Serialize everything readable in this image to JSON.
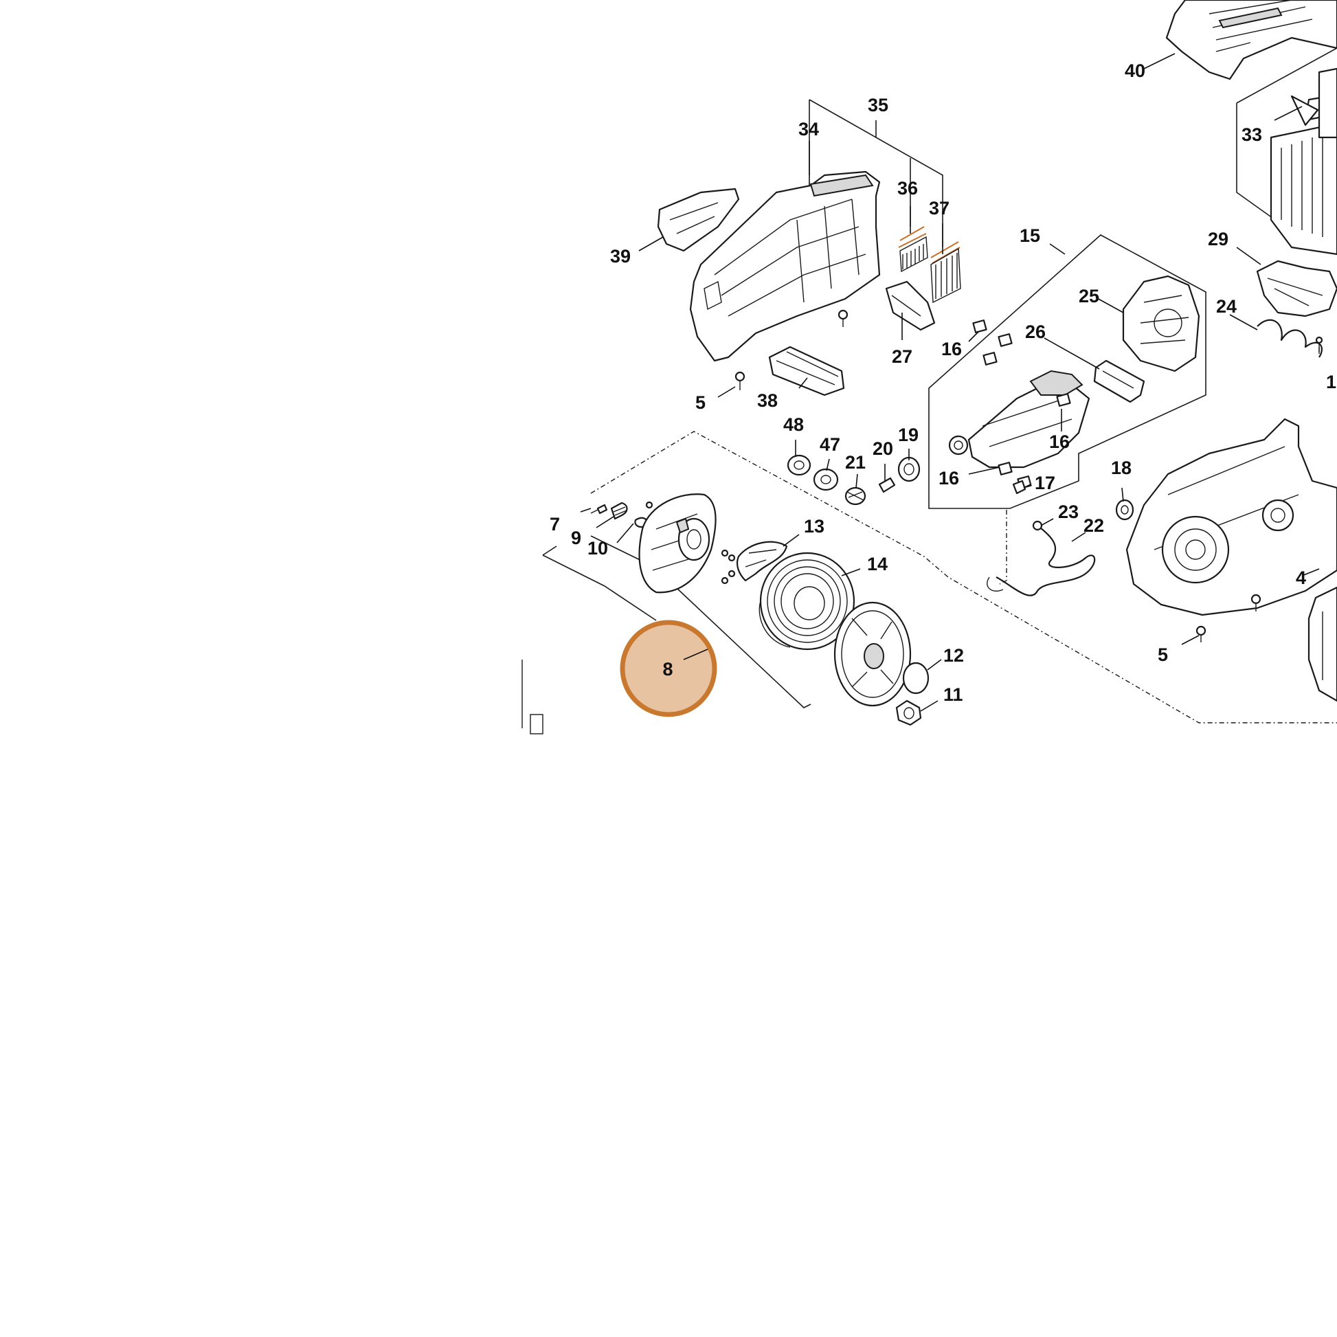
{
  "diagram": {
    "highlight": {
      "label": "8",
      "fill": "#e8c3a2",
      "ring": "#c8782f"
    },
    "callouts": [
      {
        "id": "40",
        "text": "40"
      },
      {
        "id": "35",
        "text": "35"
      },
      {
        "id": "34",
        "text": "34"
      },
      {
        "id": "33",
        "text": "33"
      },
      {
        "id": "36",
        "text": "36"
      },
      {
        "id": "37",
        "text": "37"
      },
      {
        "id": "39",
        "text": "39"
      },
      {
        "id": "15",
        "text": "15"
      },
      {
        "id": "29",
        "text": "29"
      },
      {
        "id": "25",
        "text": "25"
      },
      {
        "id": "24",
        "text": "24"
      },
      {
        "id": "26",
        "text": "26"
      },
      {
        "id": "16a",
        "text": "16"
      },
      {
        "id": "27",
        "text": "27"
      },
      {
        "id": "5a",
        "text": "5"
      },
      {
        "id": "38",
        "text": "38"
      },
      {
        "id": "48",
        "text": "48"
      },
      {
        "id": "47",
        "text": "47"
      },
      {
        "id": "19",
        "text": "19"
      },
      {
        "id": "21",
        "text": "21"
      },
      {
        "id": "20",
        "text": "20"
      },
      {
        "id": "16b",
        "text": "16"
      },
      {
        "id": "18",
        "text": "18"
      },
      {
        "id": "16c",
        "text": "16"
      },
      {
        "id": "17",
        "text": "17"
      },
      {
        "id": "7",
        "text": "7"
      },
      {
        "id": "9",
        "text": "9"
      },
      {
        "id": "10",
        "text": "10"
      },
      {
        "id": "13",
        "text": "13"
      },
      {
        "id": "23",
        "text": "23"
      },
      {
        "id": "22",
        "text": "22"
      },
      {
        "id": "14",
        "text": "14"
      },
      {
        "id": "4",
        "text": "4"
      },
      {
        "id": "5b",
        "text": "5"
      },
      {
        "id": "12",
        "text": "12"
      },
      {
        "id": "11",
        "text": "11"
      },
      {
        "id": "1",
        "text": "1"
      }
    ]
  }
}
